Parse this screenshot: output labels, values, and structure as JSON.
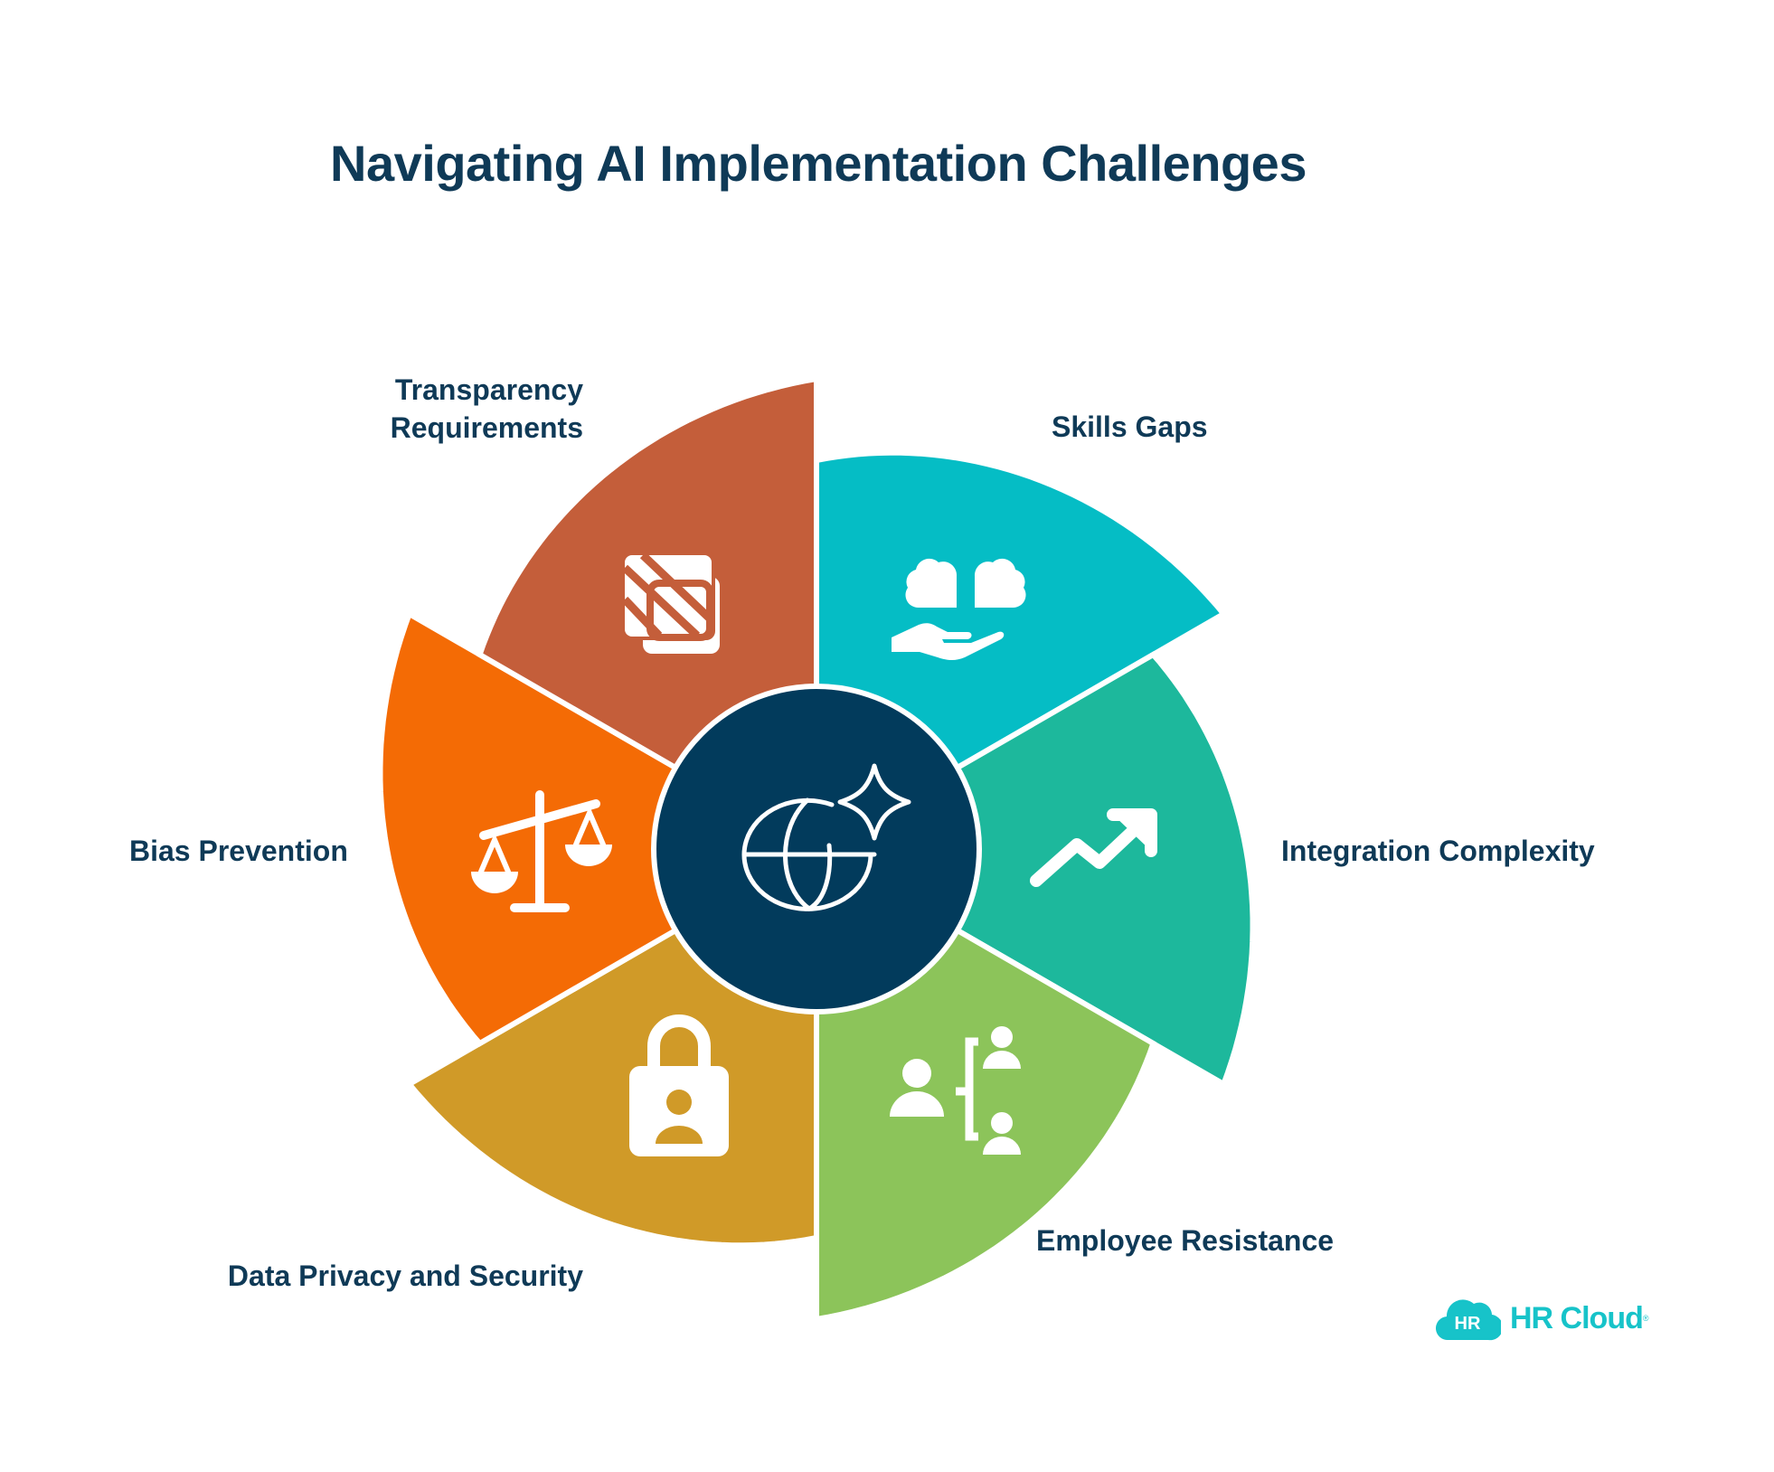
{
  "title": "Navigating AI Implementation Challenges",
  "center": {
    "icon": "globe-sparkle-icon",
    "color": "#023b5c"
  },
  "segments": [
    {
      "label": "Skills Gaps",
      "icon": "brain-hand-icon",
      "color": "#05bdc5"
    },
    {
      "label": "Integration Complexity",
      "icon": "trend-arrow-icon",
      "color": "#1db89c"
    },
    {
      "label": "Employee Resistance",
      "icon": "people-network-icon",
      "color": "#8cc45a"
    },
    {
      "label": "Data Privacy and Security",
      "icon": "lock-user-icon",
      "color": "#d09a28"
    },
    {
      "label": "Bias Prevention",
      "icon": "scales-icon",
      "color": "#f46b05"
    },
    {
      "label_line1": "Transparency",
      "label_line2": "Requirements",
      "icon": "layers-icon",
      "color": "#c45e3a"
    }
  ],
  "logo": {
    "badge": "HR",
    "name": "HR Cloud",
    "reg": "®"
  }
}
